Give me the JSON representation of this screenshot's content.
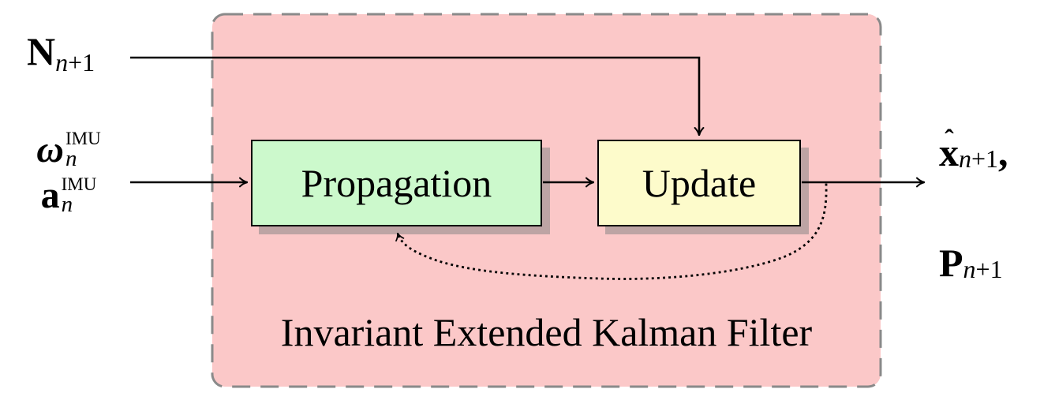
{
  "container": {
    "title": "Invariant Extended Kalman Filter"
  },
  "blocks": {
    "propagation": {
      "label": "Propagation"
    },
    "update": {
      "label": "Update"
    }
  },
  "inputs": {
    "noise": {
      "symbol": "N",
      "sub_var": "n",
      "sub_rest": "+1"
    },
    "angular_velocity": {
      "symbol": "ω",
      "sup": "IMU",
      "sub_var": "n"
    },
    "acceleration": {
      "symbol": "a",
      "sup": "IMU",
      "sub_var": "n"
    }
  },
  "outputs": {
    "state_estimate": {
      "hat": "ˆ",
      "symbol": "x",
      "sub_var": "n",
      "sub_rest": "+1",
      "suffix": ","
    },
    "covariance": {
      "symbol": "P",
      "sub_var": "n",
      "sub_rest": "+1"
    }
  },
  "colors": {
    "container_fill": "#fbc8c8",
    "container_border": "#8a8a8a",
    "propagation_fill": "#ccf9cc",
    "update_fill": "#fdfbcb",
    "block_border": "#000000",
    "line": "#000000",
    "shadow": "rgba(128,128,128,0.5)"
  }
}
